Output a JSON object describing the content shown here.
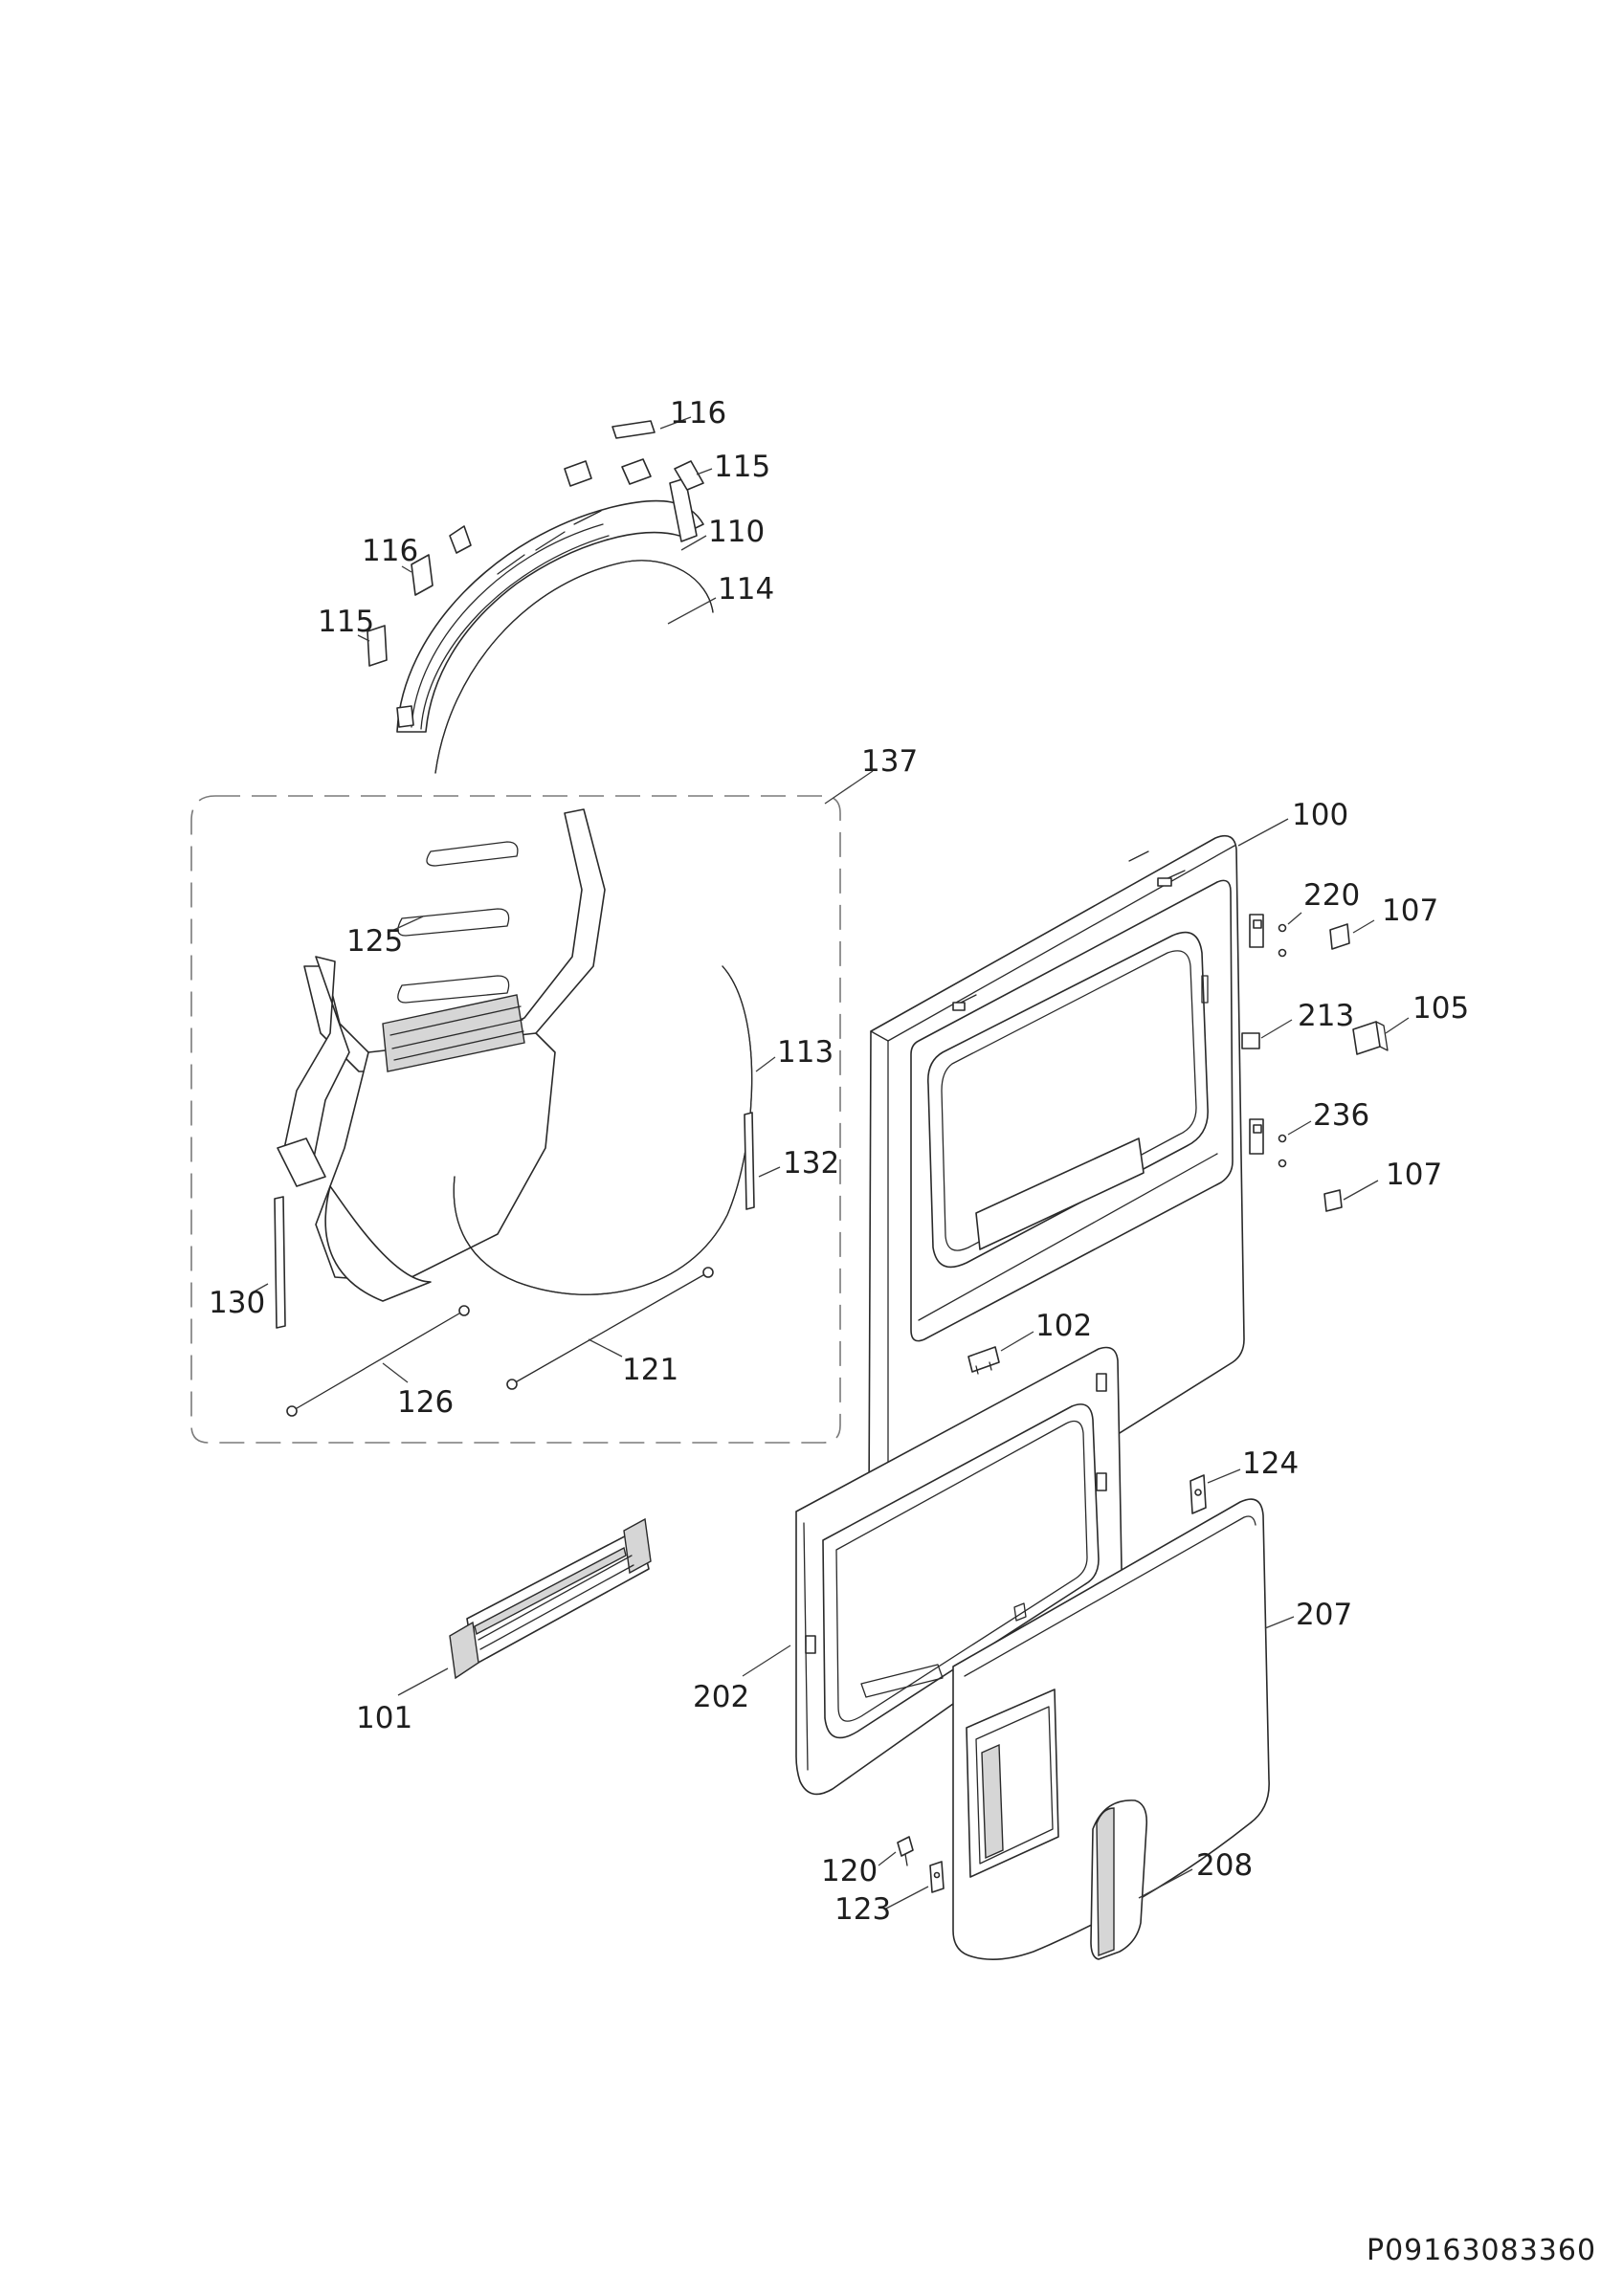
{
  "diagram": {
    "reference_code": "P09163083360",
    "callouts": {
      "c116a": "116",
      "c115a": "115",
      "c110": "110",
      "c116b": "116",
      "c114": "114",
      "c115b": "115",
      "c137": "137",
      "c100": "100",
      "c220": "220",
      "c107a": "107",
      "c125": "125",
      "c113": "113",
      "c213": "213",
      "c105": "105",
      "c236": "236",
      "c132": "132",
      "c107b": "107",
      "c130": "130",
      "c102": "102",
      "c121": "121",
      "c126": "126",
      "c124": "124",
      "c207": "207",
      "c101": "101",
      "c202": "202",
      "c120": "120",
      "c208": "208",
      "c123": "123"
    }
  }
}
